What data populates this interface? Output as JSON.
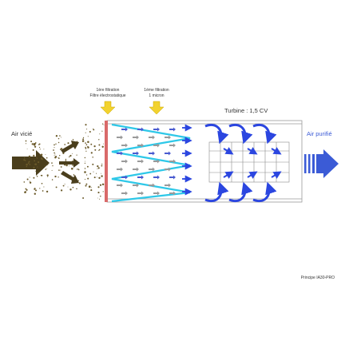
{
  "labels": {
    "air_in": "Air vicié",
    "air_out": "Air purifié",
    "stage1_line1": "1ère filtration",
    "stage1_line2": "Filtre électrostatique",
    "stage2_line1": "1ème filtration",
    "stage2_line2": "1 micron",
    "turbine": "Turbine : 1,5 CV",
    "caption": "Principe IA30-PRO"
  },
  "colors": {
    "dirty_air": "#4a3e1c",
    "particles": "#6b5a2a",
    "filter_bar": "#d96a6a",
    "filter_zigzag": "#2ec8e8",
    "airflow": "#2b46e0",
    "housing": "#9a9a9a",
    "stage_marker": "#f2d22e",
    "out_arrow": "#3b5bd6"
  },
  "icons": {
    "input_arrow": "big-dark-arrow-icon",
    "stage_marker": "down-arrow-icon",
    "flow": "curved-arrow-icon",
    "output_arrow": "striped-right-arrow-icon"
  }
}
